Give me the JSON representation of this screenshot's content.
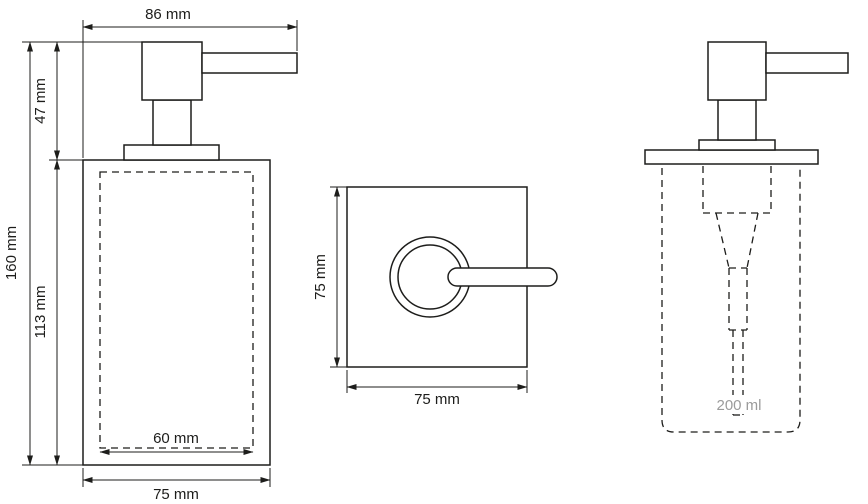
{
  "front_view": {
    "top_width": "86 mm",
    "pump_height": "47 mm",
    "total_height": "160 mm",
    "body_height": "113 mm",
    "inner_width": "60 mm",
    "outer_width": "75 mm"
  },
  "top_view": {
    "side_height": "75 mm",
    "side_width": "75 mm"
  },
  "side_view": {
    "volume": "200 ml"
  },
  "colors": {
    "line": "#1d1d1b",
    "muted_text": "#9b9b9b",
    "background": "#ffffff"
  }
}
